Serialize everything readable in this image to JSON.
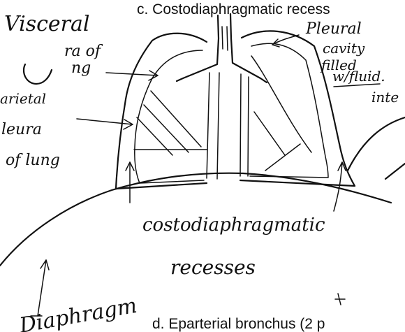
{
  "header_text": "c.  Costodiaphragmatic recess",
  "footer_text": "d.  Eparterial bronchus (2 p",
  "labels": {
    "visceral_1": "Visceral",
    "visceral_2": "ra of",
    "visceral_3": "ng",
    "parietal_1": "arietal",
    "parietal_2": "leura",
    "parietal_3": "of lung",
    "pleural_1": "Pleural",
    "pleural_2": "cavity",
    "pleural_3": "filled",
    "pleural_4": "w/fluid.",
    "inter": "inte",
    "costo_1": "costodiaphragmatic",
    "costo_2": "recesses",
    "diaphragm": "Diaphragm"
  },
  "colors": {
    "ink": "#111111",
    "paper": "#ffffff"
  }
}
